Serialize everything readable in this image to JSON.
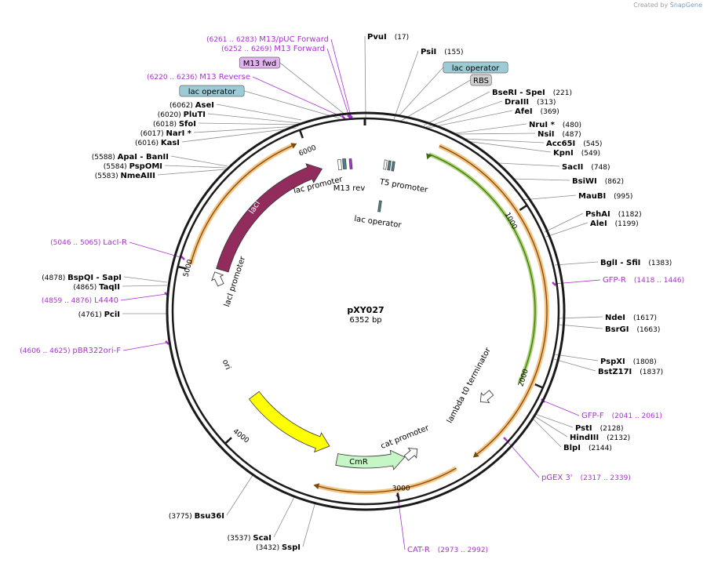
{
  "credit": {
    "prefix": "Created by",
    "brand": "SnapGene"
  },
  "plasmid": {
    "name": "pXY027",
    "size_label": "6352 bp",
    "length": 6352
  },
  "colors": {
    "backbone": "#1a1a1a",
    "primer": "#a832d0",
    "lacI": "#922c5d",
    "ori": "#ffff00",
    "CmR": "#c6f5c6",
    "orange_arc": "#f2b45f",
    "green_arc": "#8cc63f",
    "lac_operator": "#9ccbd6",
    "RBS": "#d0d0d0",
    "M13fwd": "#e3b3f0",
    "enzyme_text": "#000000",
    "line": "#8c8c8c"
  },
  "ticks": [
    {
      "label": "1000",
      "pos": 1000
    },
    {
      "label": "2000",
      "pos": 2000
    },
    {
      "label": "3000",
      "pos": 3000
    },
    {
      "label": "4000",
      "pos": 4000
    },
    {
      "label": "5000",
      "pos": 5000
    },
    {
      "label": "6000",
      "pos": 6000
    }
  ],
  "features": [
    {
      "name": "lacI",
      "type": "lacI"
    },
    {
      "name": "ori",
      "type": "ori"
    },
    {
      "name": "CmR",
      "type": "CmR"
    }
  ],
  "feature_labels": [
    {
      "text": "lac promoter"
    },
    {
      "text": "M13 rev"
    },
    {
      "text": "T5 promoter"
    },
    {
      "text": "lac operator"
    },
    {
      "text": "lacI promoter"
    },
    {
      "text": "lambda t0 terminator"
    },
    {
      "text": "cat promoter"
    }
  ],
  "boxed_labels": [
    {
      "text": "lac operator",
      "style": "lac_operator"
    },
    {
      "text": "RBS",
      "style": "RBS"
    },
    {
      "text": "M13 fwd",
      "style": "M13fwd"
    },
    {
      "text": "lac operator",
      "style": "lac_operator"
    }
  ],
  "enzymes_right": [
    {
      "name": "PvuI",
      "pos": "(17)"
    },
    {
      "name": "PsiI",
      "pos": "(155)"
    },
    {
      "name": "BseRI   - SpeI",
      "pos": "(221)"
    },
    {
      "name": "DraIII",
      "pos": "(313)"
    },
    {
      "name": "AfeI",
      "pos": "(369)"
    },
    {
      "name": "NruI *",
      "pos": "(480)"
    },
    {
      "name": "NsiI",
      "pos": "(487)"
    },
    {
      "name": "Acc65I",
      "pos": "(545)"
    },
    {
      "name": "KpnI",
      "pos": "(549)"
    },
    {
      "name": "SacII",
      "pos": "(748)"
    },
    {
      "name": "BsiWI",
      "pos": "(862)"
    },
    {
      "name": "MauBI",
      "pos": "(995)"
    },
    {
      "name": "PshAI",
      "pos": "(1182)"
    },
    {
      "name": "AleI",
      "pos": "(1199)"
    },
    {
      "name": "BglI   - SfiI",
      "pos": "(1383)"
    },
    {
      "name": "NdeI",
      "pos": "(1617)"
    },
    {
      "name": "BsrGI",
      "pos": "(1663)"
    },
    {
      "name": "PspXI",
      "pos": "(1808)"
    },
    {
      "name": "BstZ17I",
      "pos": "(1837)"
    },
    {
      "name": "PstI",
      "pos": "(2128)"
    },
    {
      "name": "HindIII",
      "pos": "(2132)"
    },
    {
      "name": "BlpI",
      "pos": "(2144)"
    }
  ],
  "enzymes_left": [
    {
      "name": "AseI",
      "pos": "(6062)"
    },
    {
      "name": "PluTI",
      "pos": "(6020)"
    },
    {
      "name": "SfoI",
      "pos": "(6018)"
    },
    {
      "name": "NarI *",
      "pos": "(6017)"
    },
    {
      "name": "KasI",
      "pos": "(6016)"
    },
    {
      "name": "ApaI   - BanII",
      "pos": "(5588)"
    },
    {
      "name": "PspOMI",
      "pos": "(5584)"
    },
    {
      "name": "NmeAIII",
      "pos": "(5583)"
    },
    {
      "name": "BspQI   - SapI",
      "pos": "(4878)"
    },
    {
      "name": "TaqII",
      "pos": "(4865)"
    },
    {
      "name": "PciI",
      "pos": "(4761)"
    },
    {
      "name": "Bsu36I",
      "pos": "(3775)"
    },
    {
      "name": "ScaI",
      "pos": "(3537)"
    },
    {
      "name": "SspI",
      "pos": "(3432)"
    }
  ],
  "primers": [
    {
      "name": "M13/pUC Forward",
      "range": "(6261 .. 6283)"
    },
    {
      "name": "M13 Forward",
      "range": "(6252 .. 6269)"
    },
    {
      "name": "M13 Reverse",
      "range": "(6220 .. 6236)"
    },
    {
      "name": "LacI-R",
      "range": "(5046 .. 5065)"
    },
    {
      "name": "L4440",
      "range": "(4859 .. 4876)"
    },
    {
      "name": "pBR322ori-F",
      "range": "(4606 .. 4625)"
    },
    {
      "name": "GFP-R",
      "range": "(1418 .. 1446)"
    },
    {
      "name": "GFP-F",
      "range": "(2041 .. 2061)"
    },
    {
      "name": "pGEX 3'",
      "range": "(2317 .. 2339)"
    },
    {
      "name": "CAT-R",
      "range": "(2973 .. 2992)"
    }
  ]
}
